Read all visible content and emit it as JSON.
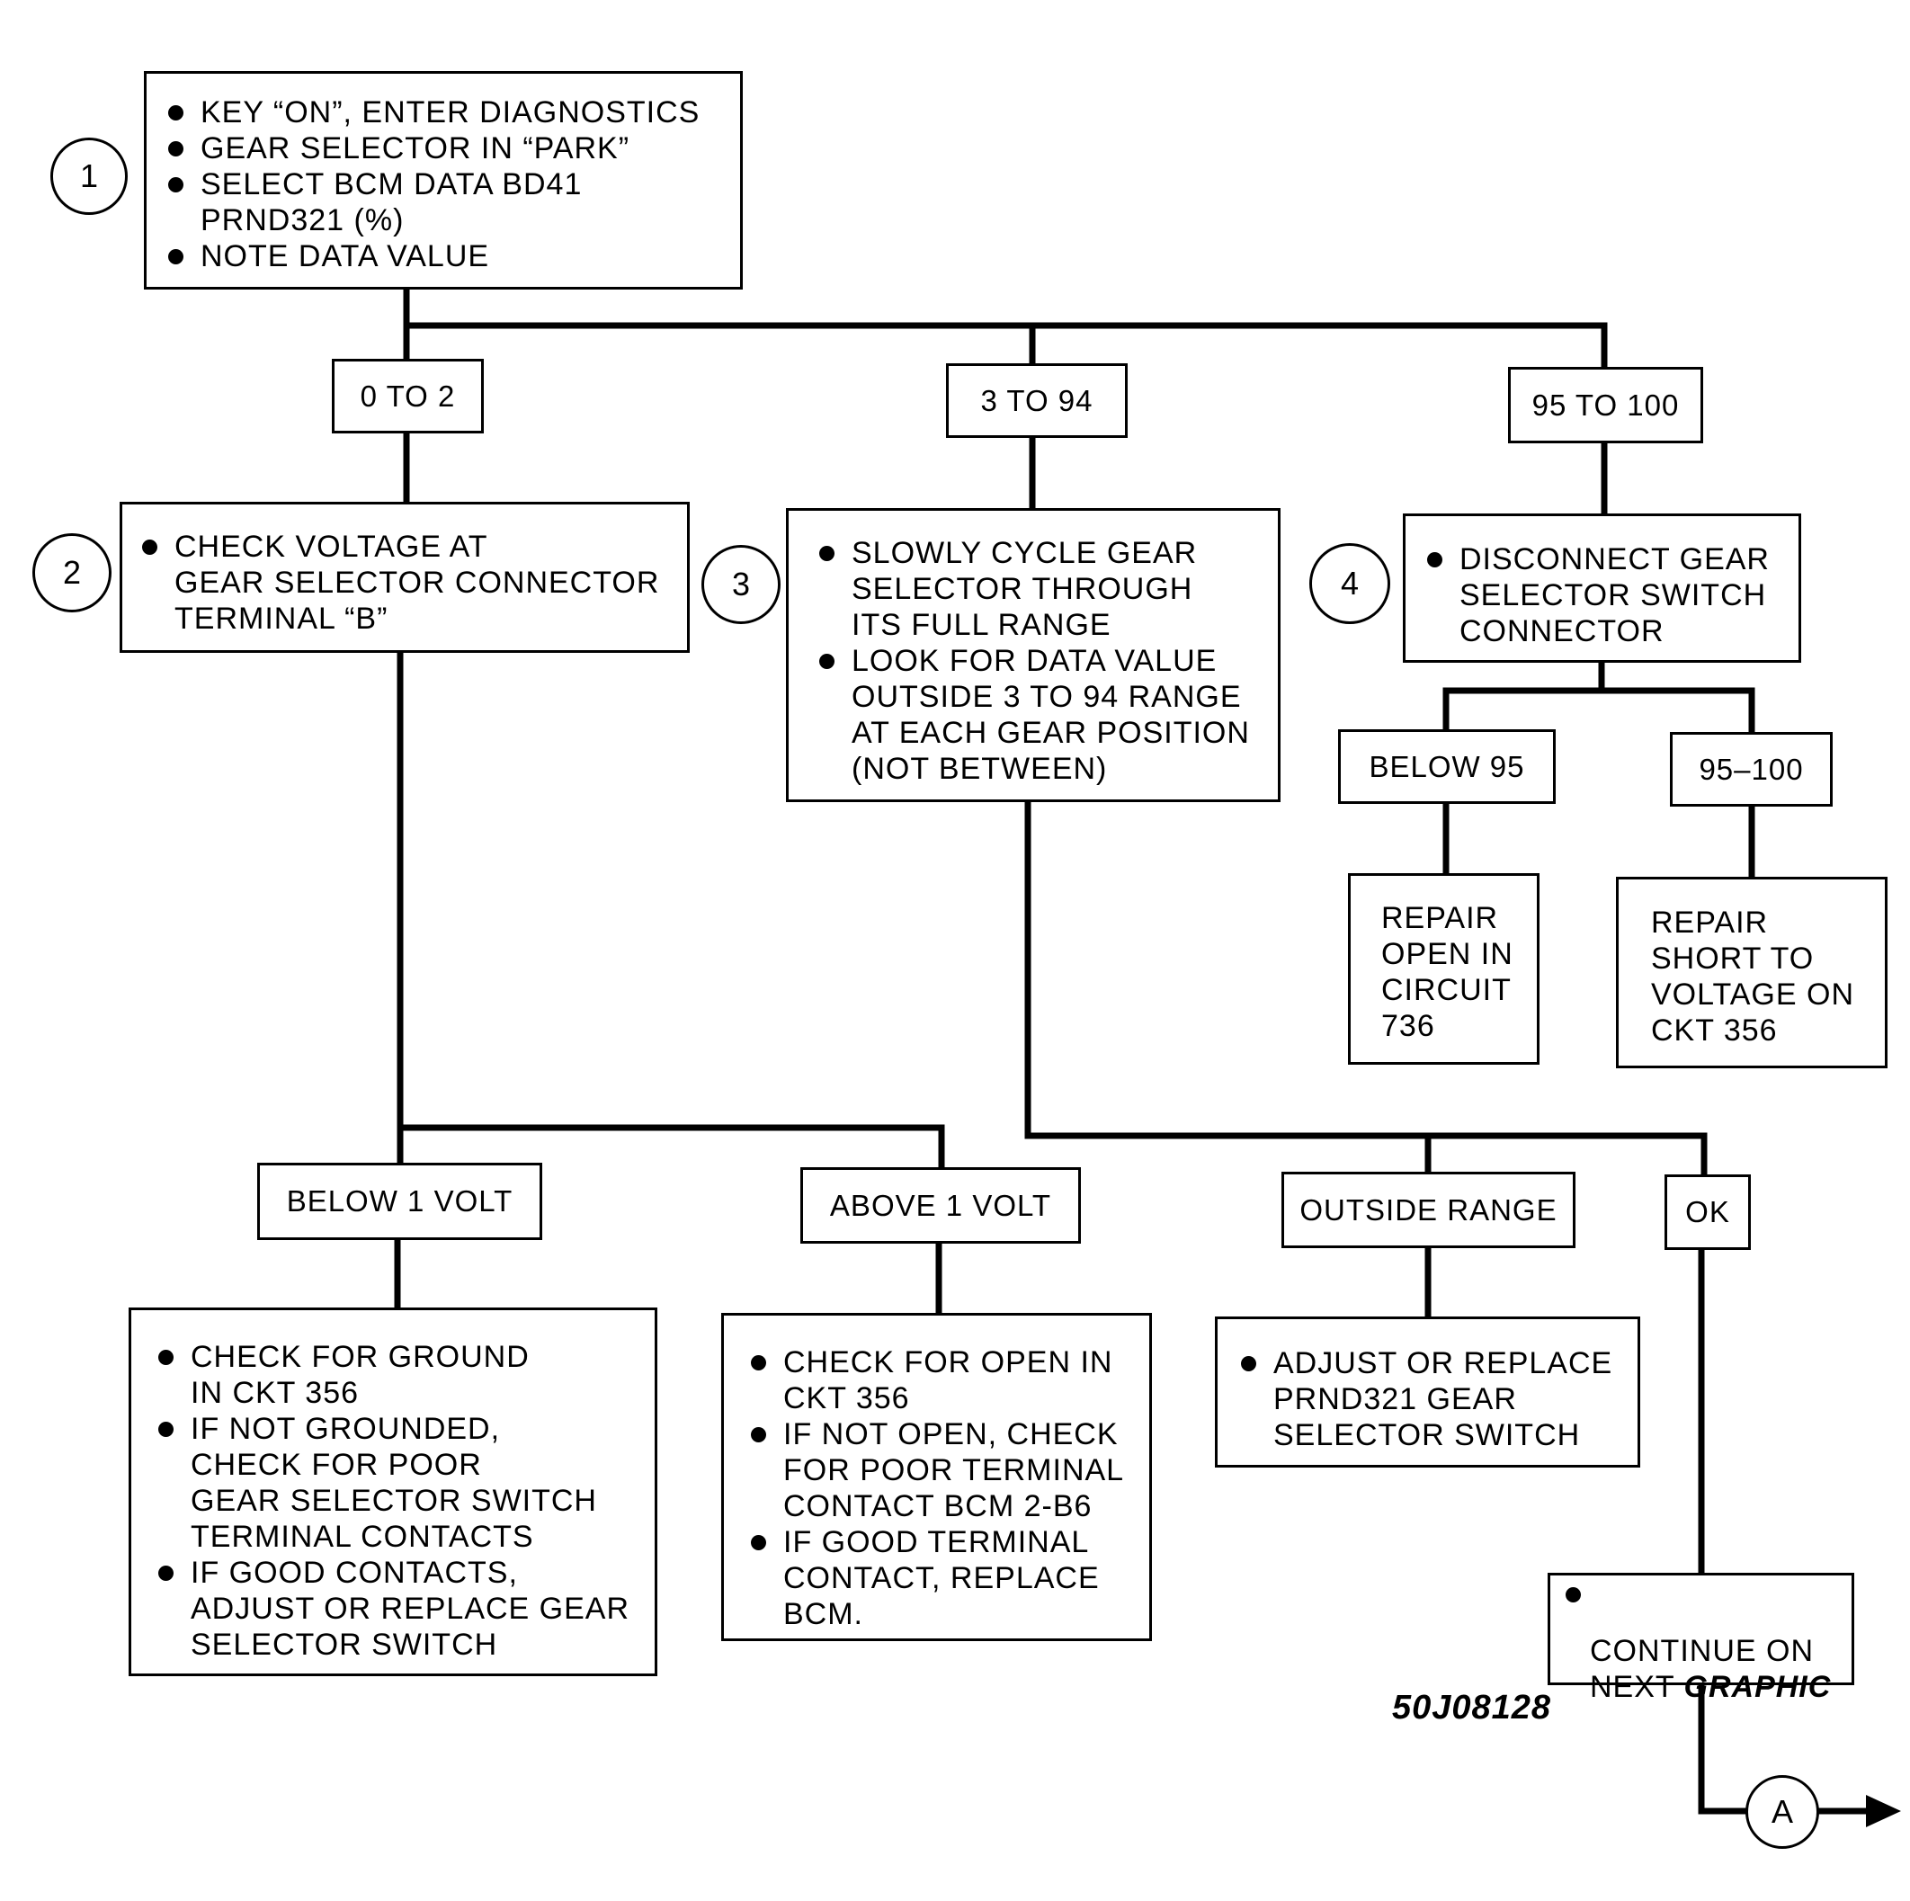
{
  "steps": {
    "s1": {
      "number": "1",
      "bullets": [
        "KEY “ON”, ENTER DIAGNOSTICS",
        "GEAR SELECTOR IN “PARK”",
        "SELECT BCM DATA BD41\nPRND321 (%)",
        "NOTE DATA VALUE"
      ]
    },
    "s2": {
      "number": "2",
      "bullets": [
        "CHECK VOLTAGE AT\nGEAR SELECTOR CONNECTOR\nTERMINAL “B”"
      ]
    },
    "s3": {
      "number": "3",
      "bullets": [
        "SLOWLY CYCLE GEAR\nSELECTOR THROUGH\nITS FULL RANGE",
        "LOOK FOR DATA VALUE\nOUTSIDE 3 TO 94 RANGE\nAT EACH GEAR POSITION\n(NOT BETWEEN)"
      ]
    },
    "s4": {
      "number": "4",
      "bullets": [
        "DISCONNECT GEAR\nSELECTOR SWITCH\nCONNECTOR"
      ]
    }
  },
  "branches": {
    "b0_2": "0 TO 2",
    "b3_94": "3 TO 94",
    "b95_100": "95 TO 100",
    "below95": "BELOW 95",
    "r95_100": "95–100",
    "below1v": "BELOW 1 VOLT",
    "above1v": "ABOVE 1 VOLT",
    "outside": "OUTSIDE RANGE",
    "ok": "OK"
  },
  "results": {
    "repair_open": "REPAIR\nOPEN IN\nCIRCUIT\n736",
    "repair_short": "REPAIR\nSHORT TO\nVOLTAGE ON\nCKT 356",
    "ground_check": [
      "CHECK FOR GROUND\nIN CKT 356",
      "IF NOT GROUNDED,\nCHECK FOR POOR\nGEAR SELECTOR SWITCH\nTERMINAL CONTACTS",
      "IF GOOD CONTACTS,\nADJUST OR REPLACE GEAR\nSELECTOR SWITCH"
    ],
    "open_check": [
      "CHECK FOR OPEN IN\nCKT 356",
      "IF NOT OPEN, CHECK\nFOR POOR TERMINAL\nCONTACT BCM 2-B6",
      "IF GOOD TERMINAL\nCONTACT, REPLACE\nBCM."
    ],
    "adjust": [
      "ADJUST OR REPLACE\nPRND321 GEAR\nSELECTOR SWITCH"
    ],
    "continue_prefix": "CONTINUE ON\nNEXT ",
    "continue_emph": "GRAPHIC"
  },
  "connector": "A",
  "figure_id": "50J08128"
}
